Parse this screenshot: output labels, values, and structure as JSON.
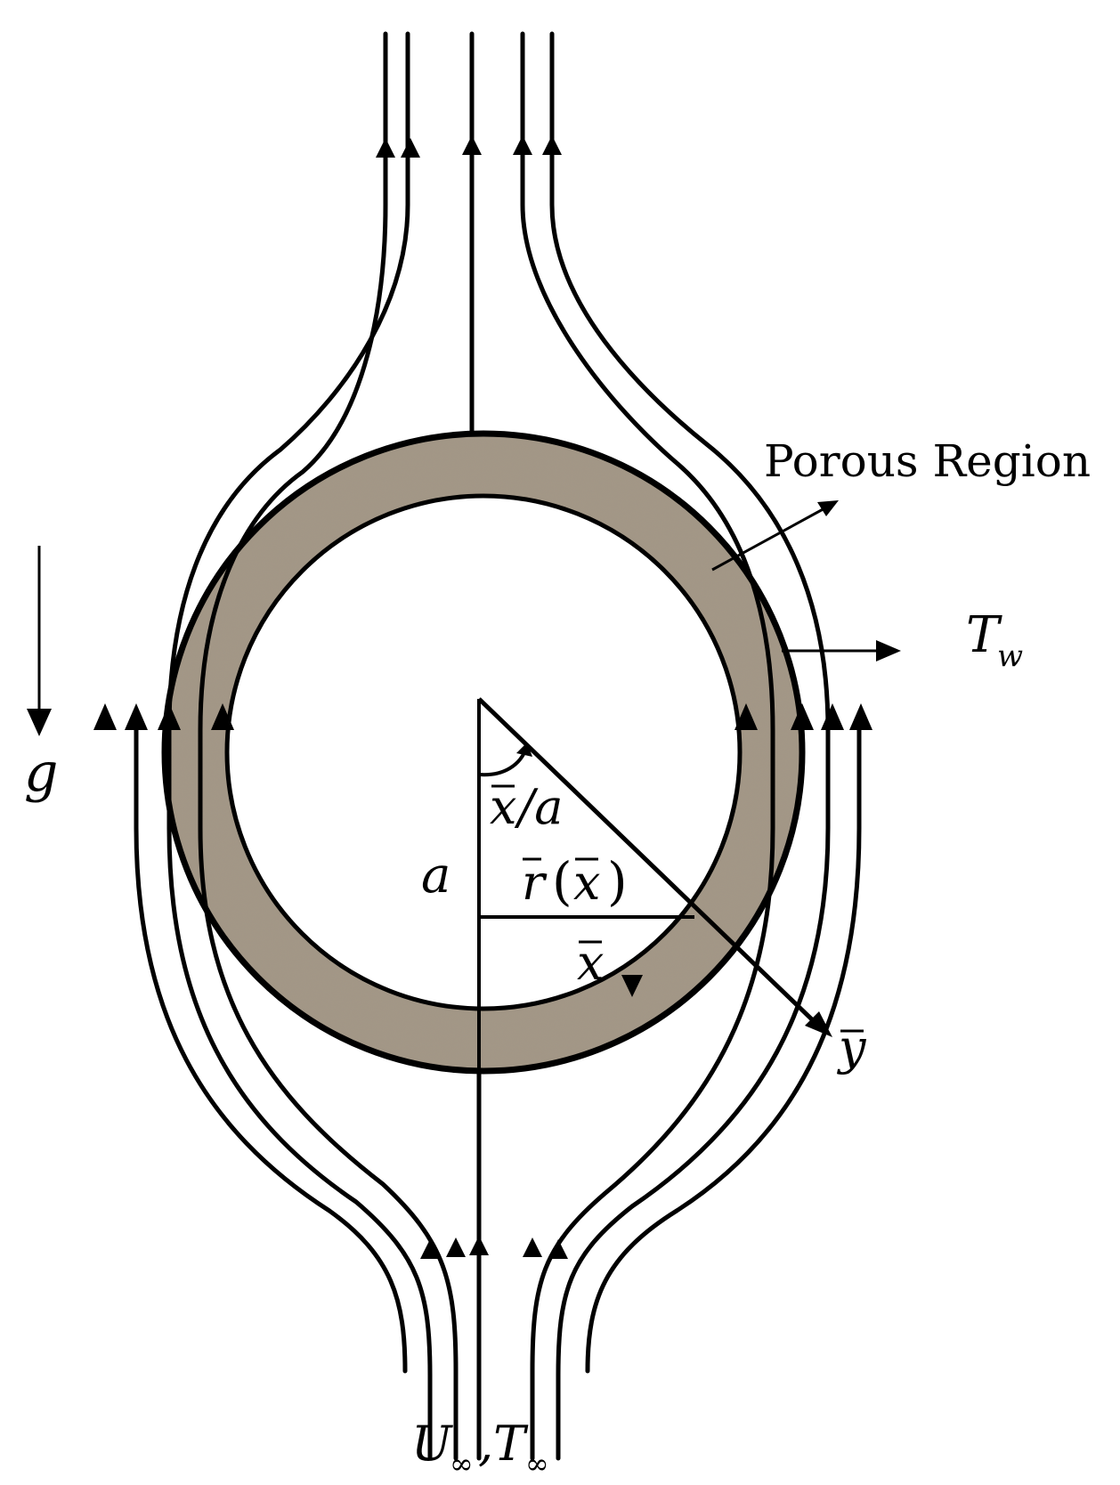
{
  "labels": {
    "porous_region": "Porous Region",
    "wall_temperature": "T",
    "wall_temperature_sub": "w",
    "gravity": "g",
    "radius": "a",
    "angle_x": "x",
    "angle_slash_a": "/a",
    "r_of_x_r": "r",
    "r_of_x_open": "(",
    "r_of_x_x": "x",
    "r_of_x_close": ")",
    "x_coord": "x",
    "y_coord": "y",
    "freestream_u": "U",
    "freestream_comma_t": ",T",
    "infinity": "∞"
  },
  "colors": {
    "porous_fill": "#a39786",
    "line": "#000000",
    "background": "#ffffff"
  },
  "icons": [
    "gravity-arrow-icon",
    "flow-direction-arrow-icon"
  ]
}
